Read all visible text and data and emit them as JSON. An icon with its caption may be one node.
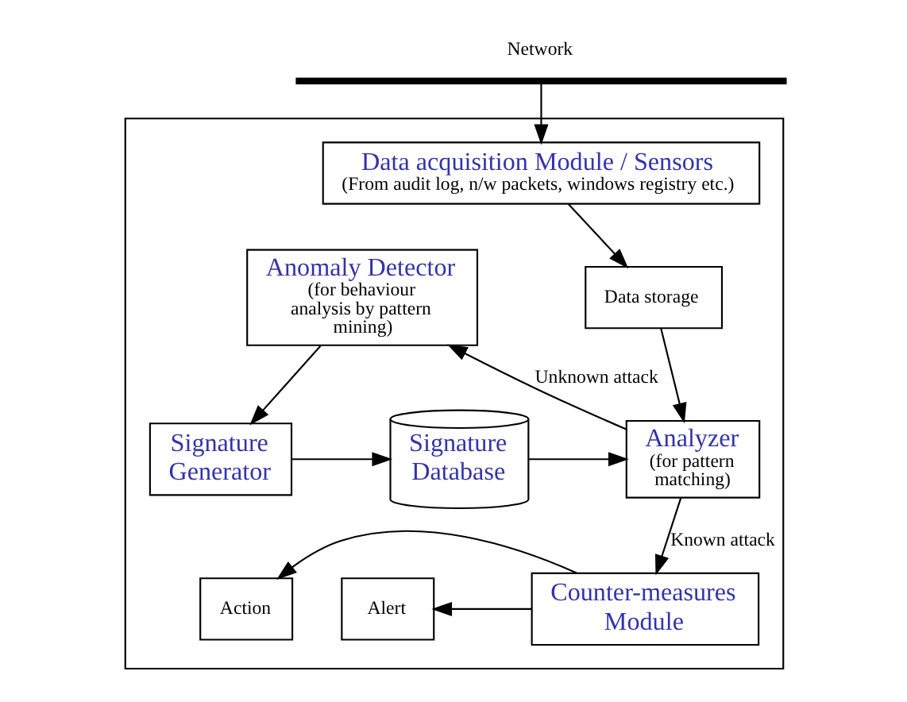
{
  "diagram": {
    "nodes": [
      {
        "text": [
          "Network"
        ]
      },
      {
        "text": [],
        "shape": "box"
      },
      {
        "text": [
          "Data acquisition Module / Sensors",
          "(From audit log, n/w packets, windows registry etc.)"
        ],
        "in": 1
      },
      {
        "text": [
          "Anomaly Detector",
          "(for behaviour analysis by pattern mining)"
        ],
        "in": 1
      },
      {
        "text": [
          "Data storage"
        ],
        "in": 1
      },
      {
        "text": [
          "Analyzer",
          "(for pattern matching)"
        ],
        "in": 1
      },
      {
        "text": [
          "Signature Generator"
        ],
        "in": 1
      },
      {
        "text": [
          "Signature Database"
        ],
        "in": 1
      },
      {
        "text": [
          "Alert"
        ],
        "in": 1
      },
      {
        "text": [
          "Action"
        ],
        "in": 1
      },
      {
        "text": [
          "Counter-measures Module"
        ],
        "in": 1
      }
    ],
    "edges": [
      {
        "from": 0,
        "to": 2,
        "arrow": "to"
      },
      {
        "from": 2,
        "to": 4,
        "arrow": "to"
      },
      {
        "from": 4,
        "to": 5,
        "arrow": "to"
      },
      {
        "from": 5,
        "to": 3,
        "arrow": "to",
        "label": "Unknown attack"
      },
      {
        "from": 3,
        "to": 6,
        "arrow": "to"
      },
      {
        "from": 6,
        "to": 7,
        "arrow": "to"
      },
      {
        "from": 7,
        "to": 5,
        "arrow": "to"
      },
      {
        "from": 5,
        "to": 10,
        "arrow": "to",
        "label": "Known attack"
      },
      {
        "from": 10,
        "to": 8,
        "arrow": "to"
      },
      {
        "from": 10,
        "to": 9,
        "arrow": "to"
      }
    ]
  }
}
